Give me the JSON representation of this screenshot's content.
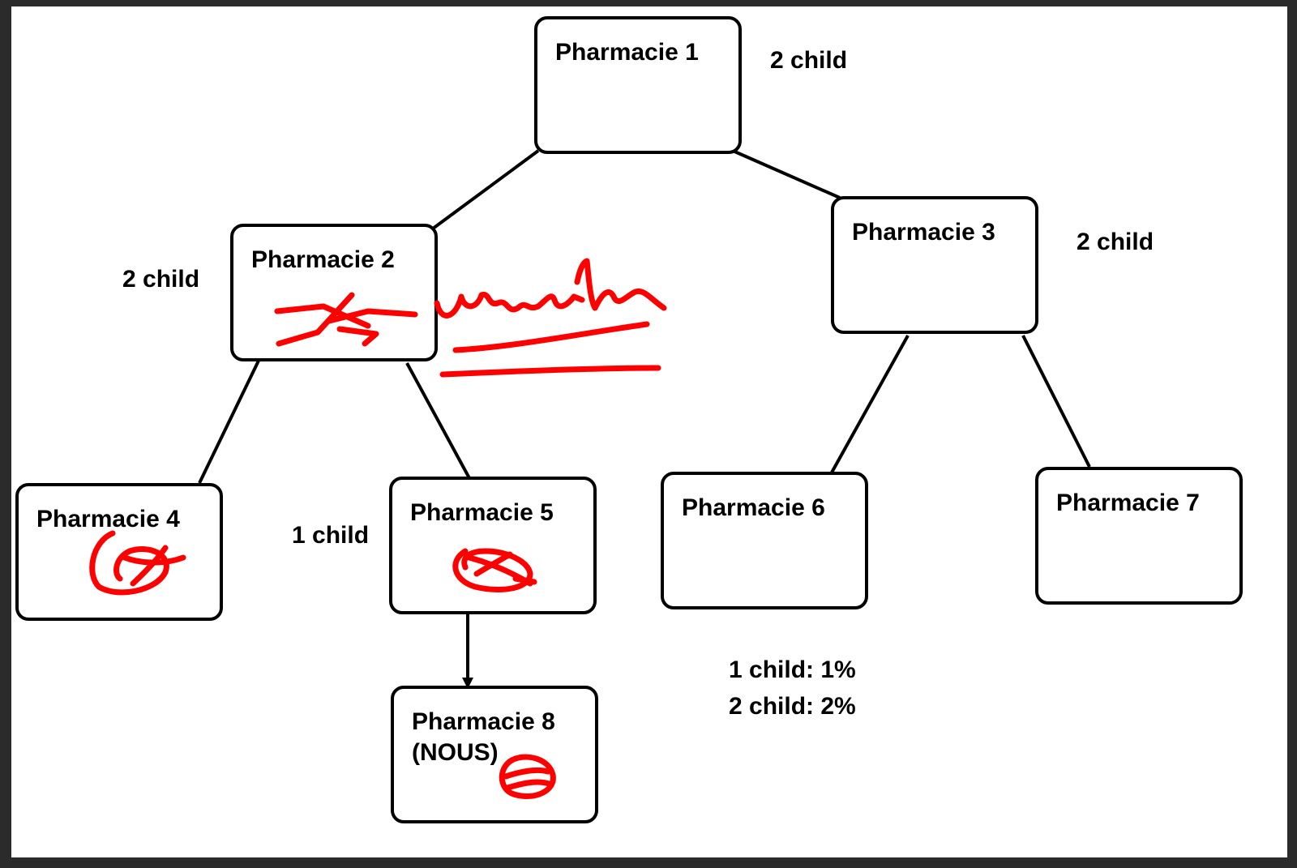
{
  "nodes": {
    "p1": {
      "title": "Pharmacie 1"
    },
    "p2": {
      "title": "Pharmacie 2"
    },
    "p3": {
      "title": "Pharmacie 3"
    },
    "p4": {
      "title": "Pharmacie 4"
    },
    "p5": {
      "title": "Pharmacie 5"
    },
    "p6": {
      "title": "Pharmacie 6"
    },
    "p7": {
      "title": "Pharmacie 7"
    },
    "p8": {
      "title": "Pharmacie 8",
      "subtitle": "(NOUS)"
    }
  },
  "notes": {
    "p1_children": "2 child",
    "p2_children": "2 child",
    "p3_children": "2 child",
    "p5_children": "1 child"
  },
  "legend": {
    "one_child": "1 child: 1%",
    "two_child": "2 child: 2%"
  },
  "colors": {
    "line": "#000000",
    "annotation": "#ff0000"
  }
}
